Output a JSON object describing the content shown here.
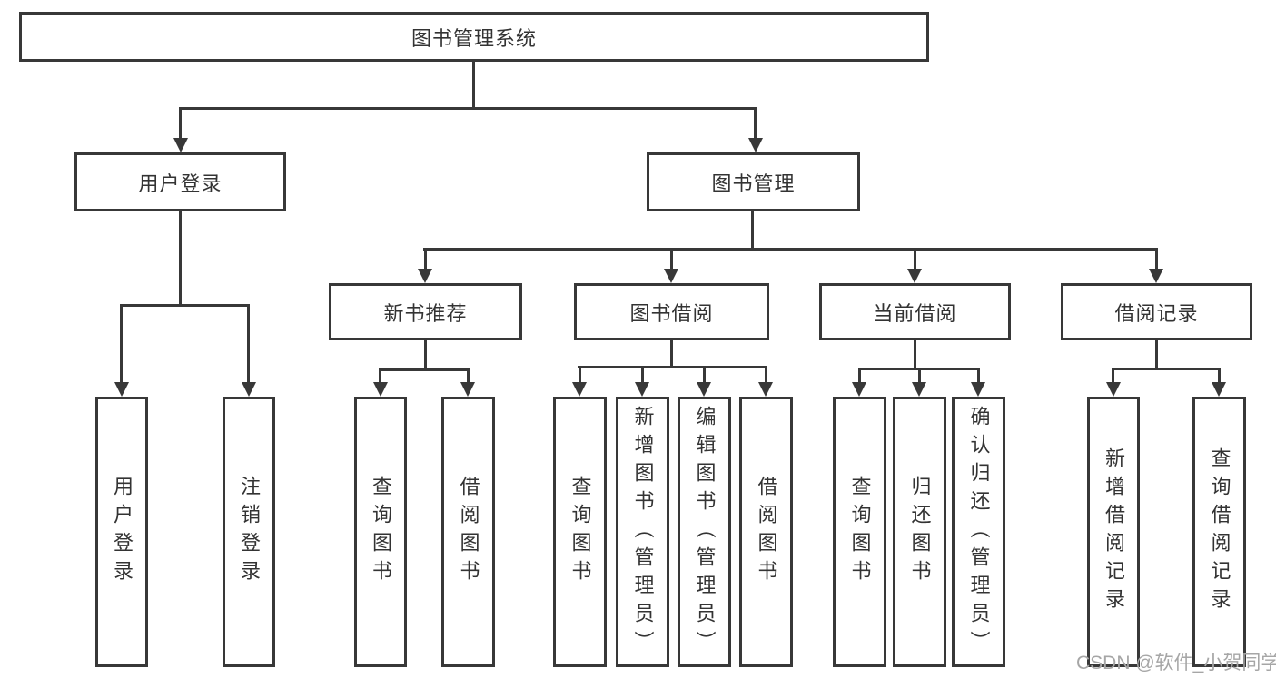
{
  "colors": {
    "line": "#383838",
    "text": "#333333",
    "box-bg": "#ffffff",
    "watermark": "#a6a6a6",
    "background": "#ffffff"
  },
  "root": {
    "label": "图书管理系统"
  },
  "login": {
    "label": "用户登录",
    "children": [
      {
        "label": "用户登录"
      },
      {
        "label": "注销登录"
      }
    ]
  },
  "manage": {
    "label": "图书管理"
  },
  "groups": [
    {
      "label": "新书推荐",
      "children": [
        {
          "label": "查询图书"
        },
        {
          "label": "借阅图书"
        }
      ]
    },
    {
      "label": "图书借阅",
      "children": [
        {
          "label": "查询图书"
        },
        {
          "label": "新增图书（管理员）"
        },
        {
          "label": "编辑图书（管理员）"
        },
        {
          "label": "借阅图书"
        }
      ]
    },
    {
      "label": "当前借阅",
      "children": [
        {
          "label": "查询图书"
        },
        {
          "label": "归还图书"
        },
        {
          "label": "确认归还（管理员）"
        }
      ]
    },
    {
      "label": "借阅记录",
      "children": [
        {
          "label": "新增借阅记录"
        },
        {
          "label": "查询借阅记录"
        }
      ]
    }
  ],
  "watermark": {
    "text": "CSDN @软件_小贺同学"
  }
}
